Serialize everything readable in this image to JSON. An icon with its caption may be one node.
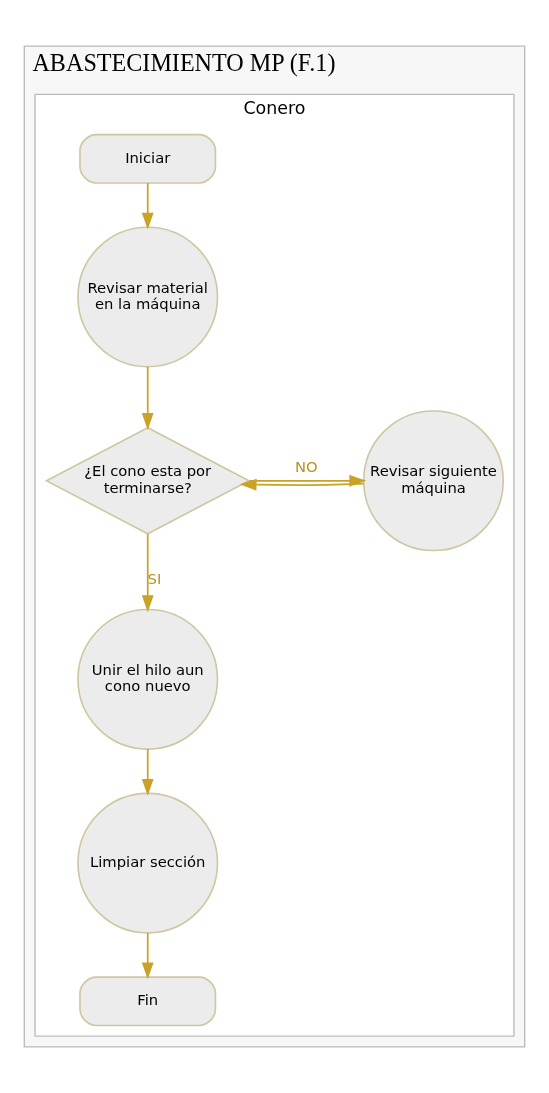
{
  "diagram": {
    "nodes": [
      {
        "text": [
          "ABASTECIMIENTO MP (F.1)"
        ]
      },
      {
        "text": [
          "Conero"
        ],
        "in": 0
      },
      {
        "text": [
          "Iniciar"
        ],
        "in": 1
      },
      {
        "text": [
          "Revisar material en la máquina"
        ],
        "in": 1
      },
      {
        "text": [
          "¿El cono esta por terminarse?"
        ],
        "in": 1
      },
      {
        "text": [
          "Revisar siguiente máquina"
        ],
        "in": 1
      },
      {
        "text": [
          "Unir el hilo aun cono nuevo"
        ],
        "in": 1
      },
      {
        "text": [
          "Limpiar sección"
        ],
        "in": 1
      },
      {
        "text": [
          "Fin"
        ],
        "in": 1
      }
    ],
    "edges": [
      {
        "from": 2,
        "to": 3,
        "arrow": "to"
      },
      {
        "from": 3,
        "to": 4,
        "arrow": "to"
      },
      {
        "from": 4,
        "to": 5,
        "arrow": "to",
        "label": "NO"
      },
      {
        "from": 5,
        "to": 4,
        "arrow": "to"
      },
      {
        "from": 4,
        "to": 6,
        "arrow": "to",
        "label": "SI"
      },
      {
        "from": 6,
        "to": 7,
        "arrow": "to"
      },
      {
        "from": 7,
        "to": 8,
        "arrow": "to"
      }
    ]
  }
}
